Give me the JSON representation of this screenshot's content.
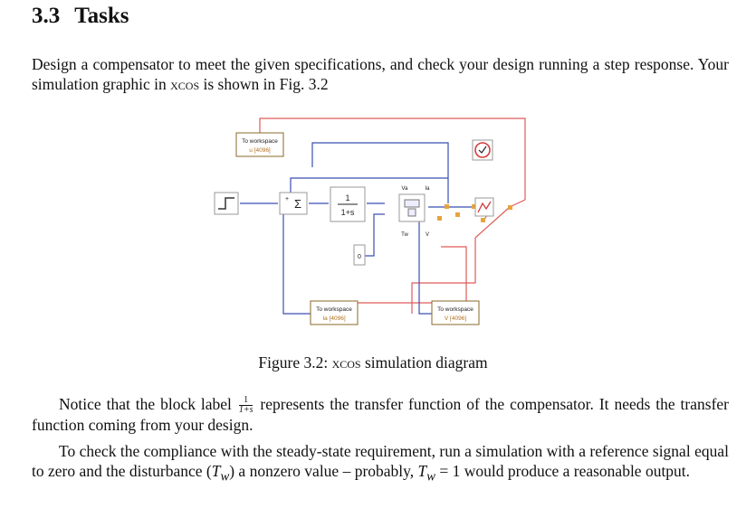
{
  "section": {
    "number": "3.3",
    "title": "Tasks"
  },
  "intro": {
    "text_before": "Design a compensator to meet the given specifications, and check your design running a step response. Your simulation graphic in ",
    "tool": "xcos",
    "text_after": " is shown in Fig. 3.2"
  },
  "diagram": {
    "blocks": {
      "workspace_u": {
        "title": "To workspace",
        "var": "u [4096]"
      },
      "workspace_ia": {
        "title": "To workspace",
        "var": "Ia [4096]"
      },
      "workspace_v": {
        "title": "To workspace",
        "var": "V [4096]"
      },
      "sum_symbol": "Σ",
      "sum_sign": "+",
      "tf_num": "1",
      "tf_den": "1+s",
      "const_value": "0",
      "motor_port_va": "Va",
      "motor_port_ia": "Ia",
      "motor_port_tw": "Tw",
      "motor_port_v": "V"
    },
    "colors": {
      "red_wire": "#e05a5a",
      "blue_wire": "#3a4fb0",
      "orange_ports": "#e8a33c",
      "clock_red": "#d63a3a"
    }
  },
  "caption": {
    "label": "Figure 3.2: ",
    "tool": "xcos",
    "rest": " simulation diagram"
  },
  "para2": {
    "before": "Notice that the block label ",
    "frac_num": "1",
    "frac_den": "1+s",
    "after": " represents the transfer function of the compensator. It needs the transfer function coming from your design."
  },
  "para3": {
    "before": "To check the compliance with the steady-state requirement, run a simulation with a reference signal equal to zero and the disturbance (",
    "sym1": "T",
    "sub1": "w",
    "middle": ") a nonzero value – probably, ",
    "sym2": "T",
    "sub2": "w",
    "eq": " = 1 would produce a reasonable output."
  }
}
